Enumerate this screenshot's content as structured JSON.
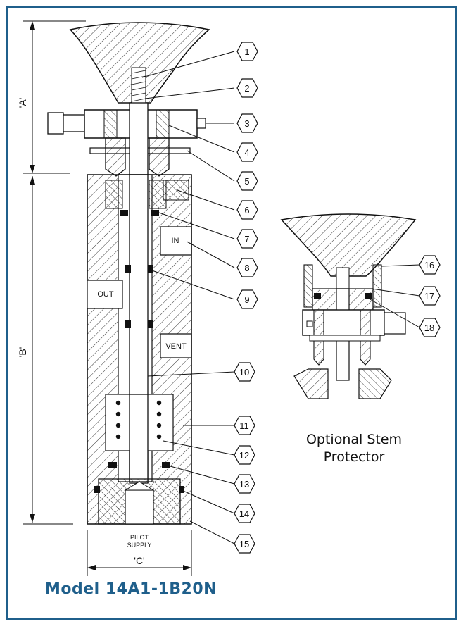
{
  "page": {
    "title": "Model 14A1-1B20N",
    "accent_color": "#1f5f8b"
  },
  "dimensions": {
    "a": "'A'",
    "b": "'B'",
    "c": "'C'"
  },
  "port_labels": {
    "in": "IN",
    "out": "OUT",
    "vent": "VENT",
    "pilot_line1": "PILOT",
    "pilot_line2": "SUPPLY"
  },
  "optional": {
    "line1": "Optional Stem",
    "line2": "Protector"
  },
  "callouts": [
    "1",
    "2",
    "3",
    "4",
    "5",
    "6",
    "7",
    "8",
    "9",
    "10",
    "11",
    "12",
    "13",
    "14",
    "15",
    "16",
    "17",
    "18"
  ]
}
